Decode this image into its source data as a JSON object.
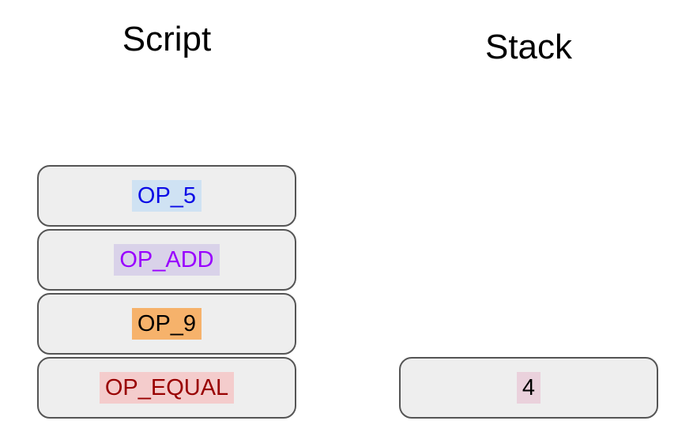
{
  "colors": {
    "box_fill": "#eeeeee",
    "box_border": "#555555",
    "title_color": "#000000"
  },
  "script_column": {
    "title": "Script",
    "items": [
      {
        "label": "OP_5",
        "text_color": "#0b0be6",
        "highlight_color": "#cfe2f3"
      },
      {
        "label": "OP_ADD",
        "text_color": "#9900ff",
        "highlight_color": "#d9d2e9"
      },
      {
        "label": "OP_9",
        "text_color": "#000000",
        "highlight_color": "#f6b26b"
      },
      {
        "label": "OP_EQUAL",
        "text_color": "#990000",
        "highlight_color": "#f4cccc"
      }
    ]
  },
  "stack_column": {
    "title": "Stack",
    "items": [
      {
        "label": "4",
        "text_color": "#000000",
        "highlight_color": "#ead1dc"
      }
    ]
  }
}
